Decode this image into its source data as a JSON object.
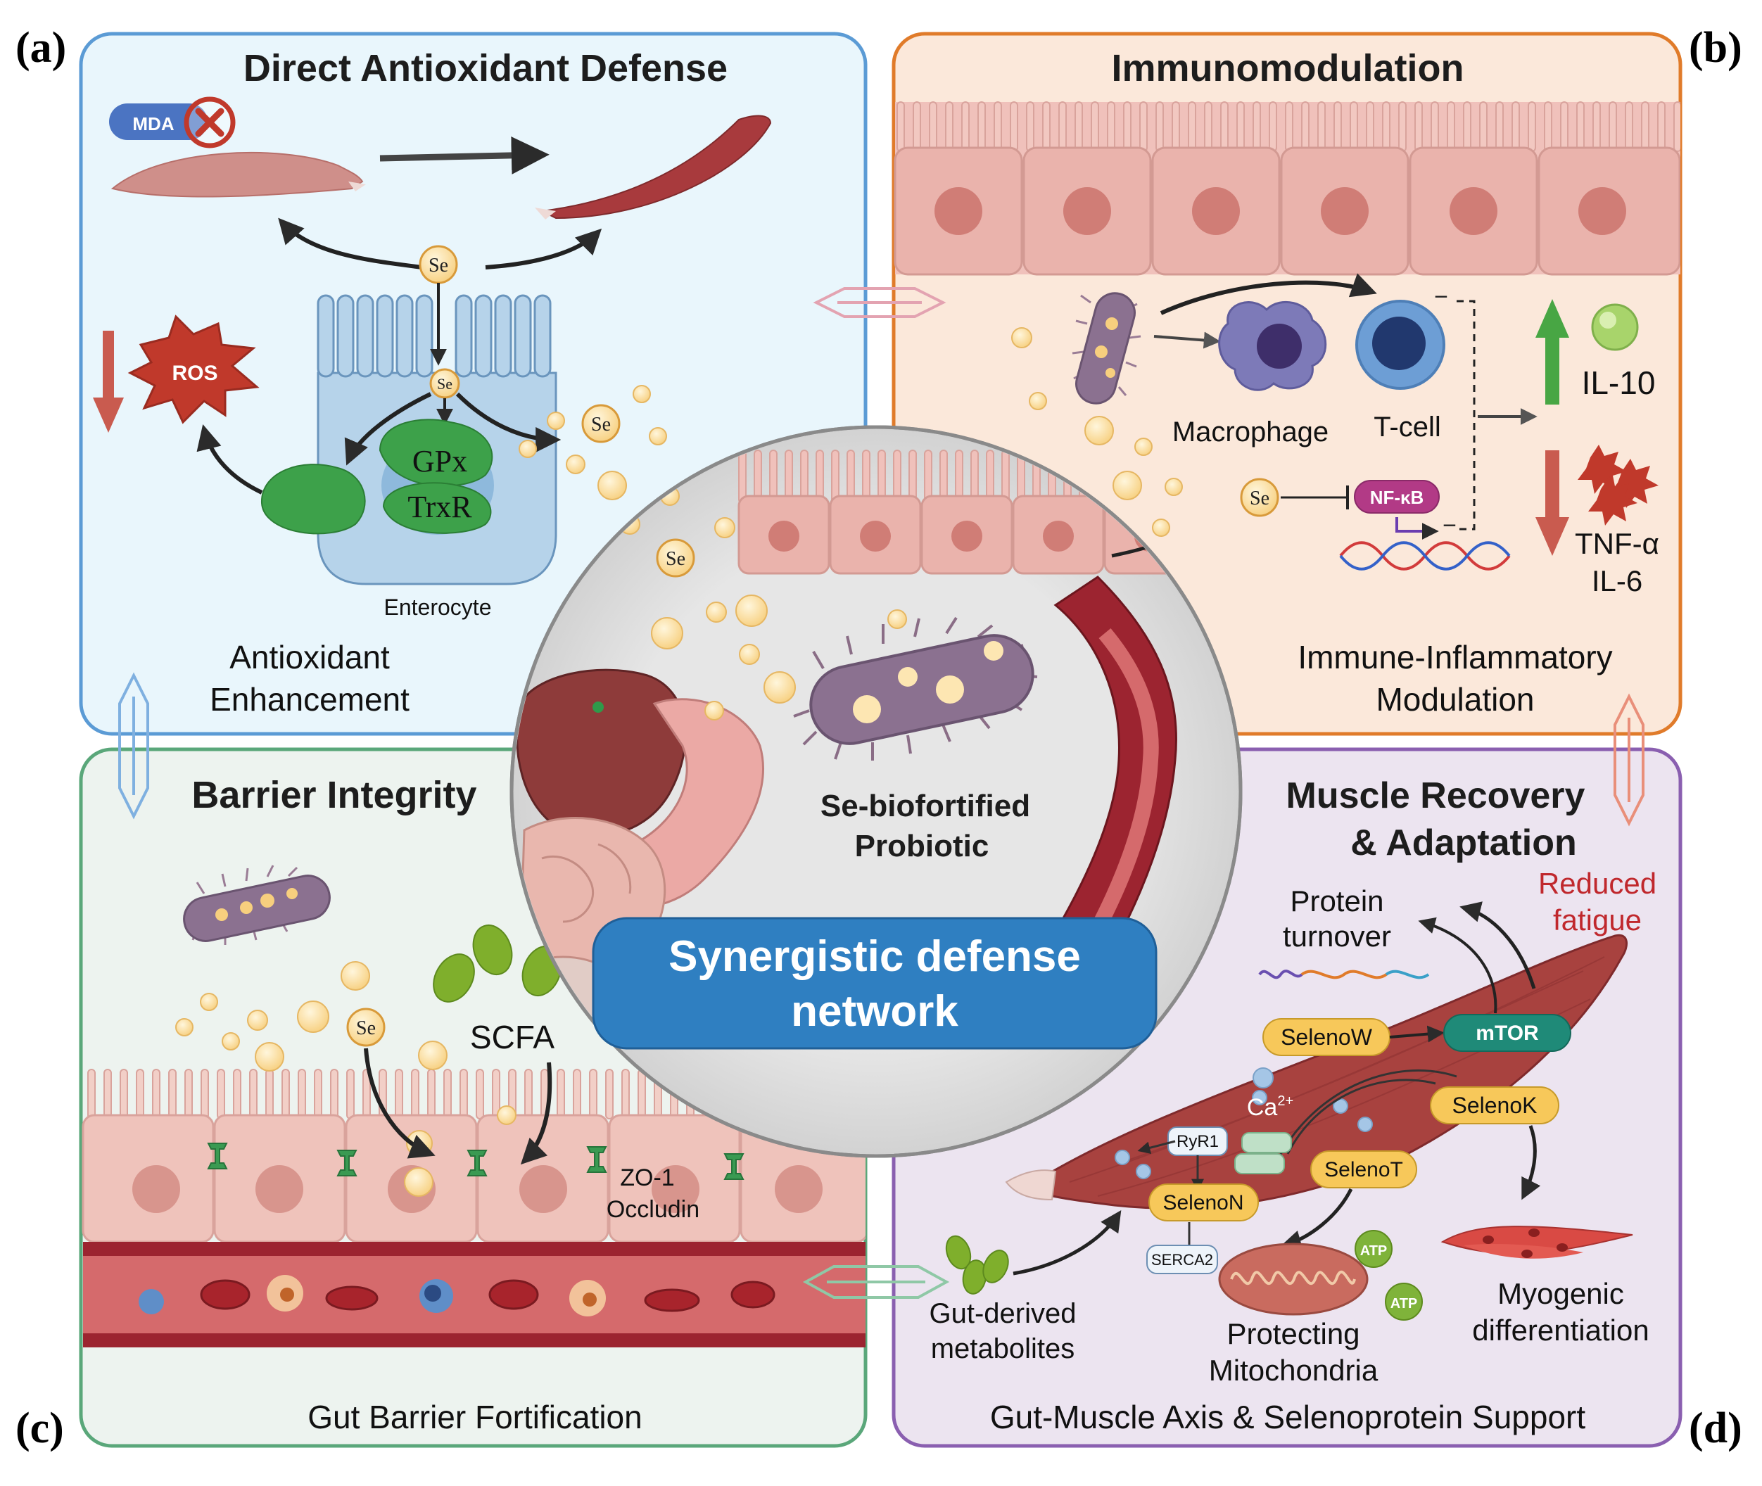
{
  "panel_labels": {
    "a": "(a)",
    "b": "(b)",
    "c": "(c)",
    "d": "(d)"
  },
  "colors": {
    "panel_a_border": "#5b9bd5",
    "panel_a_fill": "#e9f6fc",
    "panel_b_border": "#e07b2a",
    "panel_b_fill": "#fbe8da",
    "panel_c_border": "#5aa77a",
    "panel_c_fill": "#edf3ef",
    "panel_d_border": "#8a5fb0",
    "panel_d_fill": "#ece4f0",
    "center_badge": "#2f7fc1",
    "muscle": "#a8423f",
    "enzyme_green": "#3da14a",
    "se_bead": "#fde6b2",
    "reduced_fatigue": "#c0282d"
  },
  "panel_a": {
    "title": "Direct Antioxidant Defense",
    "mda": "MDA",
    "ros": "ROS",
    "se_top": "Se",
    "se_cell": "Se",
    "se_side": "Se",
    "gpx": "GPx",
    "trxr": "TrxR",
    "enterocyte": "Enterocyte",
    "caption_line1": "Antioxidant",
    "caption_line2": "Enhancement"
  },
  "panel_b": {
    "title": "Immunomodulation",
    "macrophage": "Macrophage",
    "tcell": "T-cell",
    "il10": "IL-10",
    "se": "Se",
    "nfkb": "NF-κB",
    "tnf": "TNF-α",
    "il6": "IL-6",
    "minus1": "−",
    "minus2": "−",
    "caption_line1": "Immune-Inflammatory",
    "caption_line2": "Modulation"
  },
  "center": {
    "se": "Se",
    "probiotic_line1": "Se-biofortified",
    "probiotic_line2": "Probiotic",
    "badge_line1": "Synergistic defense",
    "badge_line2": "network"
  },
  "panel_c": {
    "title": "Barrier Integrity",
    "se": "Se",
    "scfa": "SCFA",
    "zo1": "ZO-1",
    "occludin": "Occludin",
    "caption": "Gut Barrier Fortification"
  },
  "panel_d": {
    "title_line1": "Muscle Recovery",
    "title_line2": "& Adaptation",
    "reduced_line1": "Reduced",
    "reduced_line2": "fatigue",
    "protein_line1": "Protein",
    "protein_line2": "turnover",
    "selenow": "SelenoW",
    "mtor": "mTOR",
    "ca": "Ca",
    "ca_sup": "2+",
    "selenok": "SelenoK",
    "ryr1": "RyR1",
    "selenot": "SelenoT",
    "selenon": "SelenoN",
    "serca2": "SERCA2",
    "atp1": "ATP",
    "atp2": "ATP",
    "gut_line1": "Gut-derived",
    "gut_line2": "metabolites",
    "mito_line1": "Protecting",
    "mito_line2": "Mitochondria",
    "myo_line1": "Myogenic",
    "myo_line2": "differentiation",
    "caption": "Gut-Muscle Axis & Selenoprotein Support"
  }
}
